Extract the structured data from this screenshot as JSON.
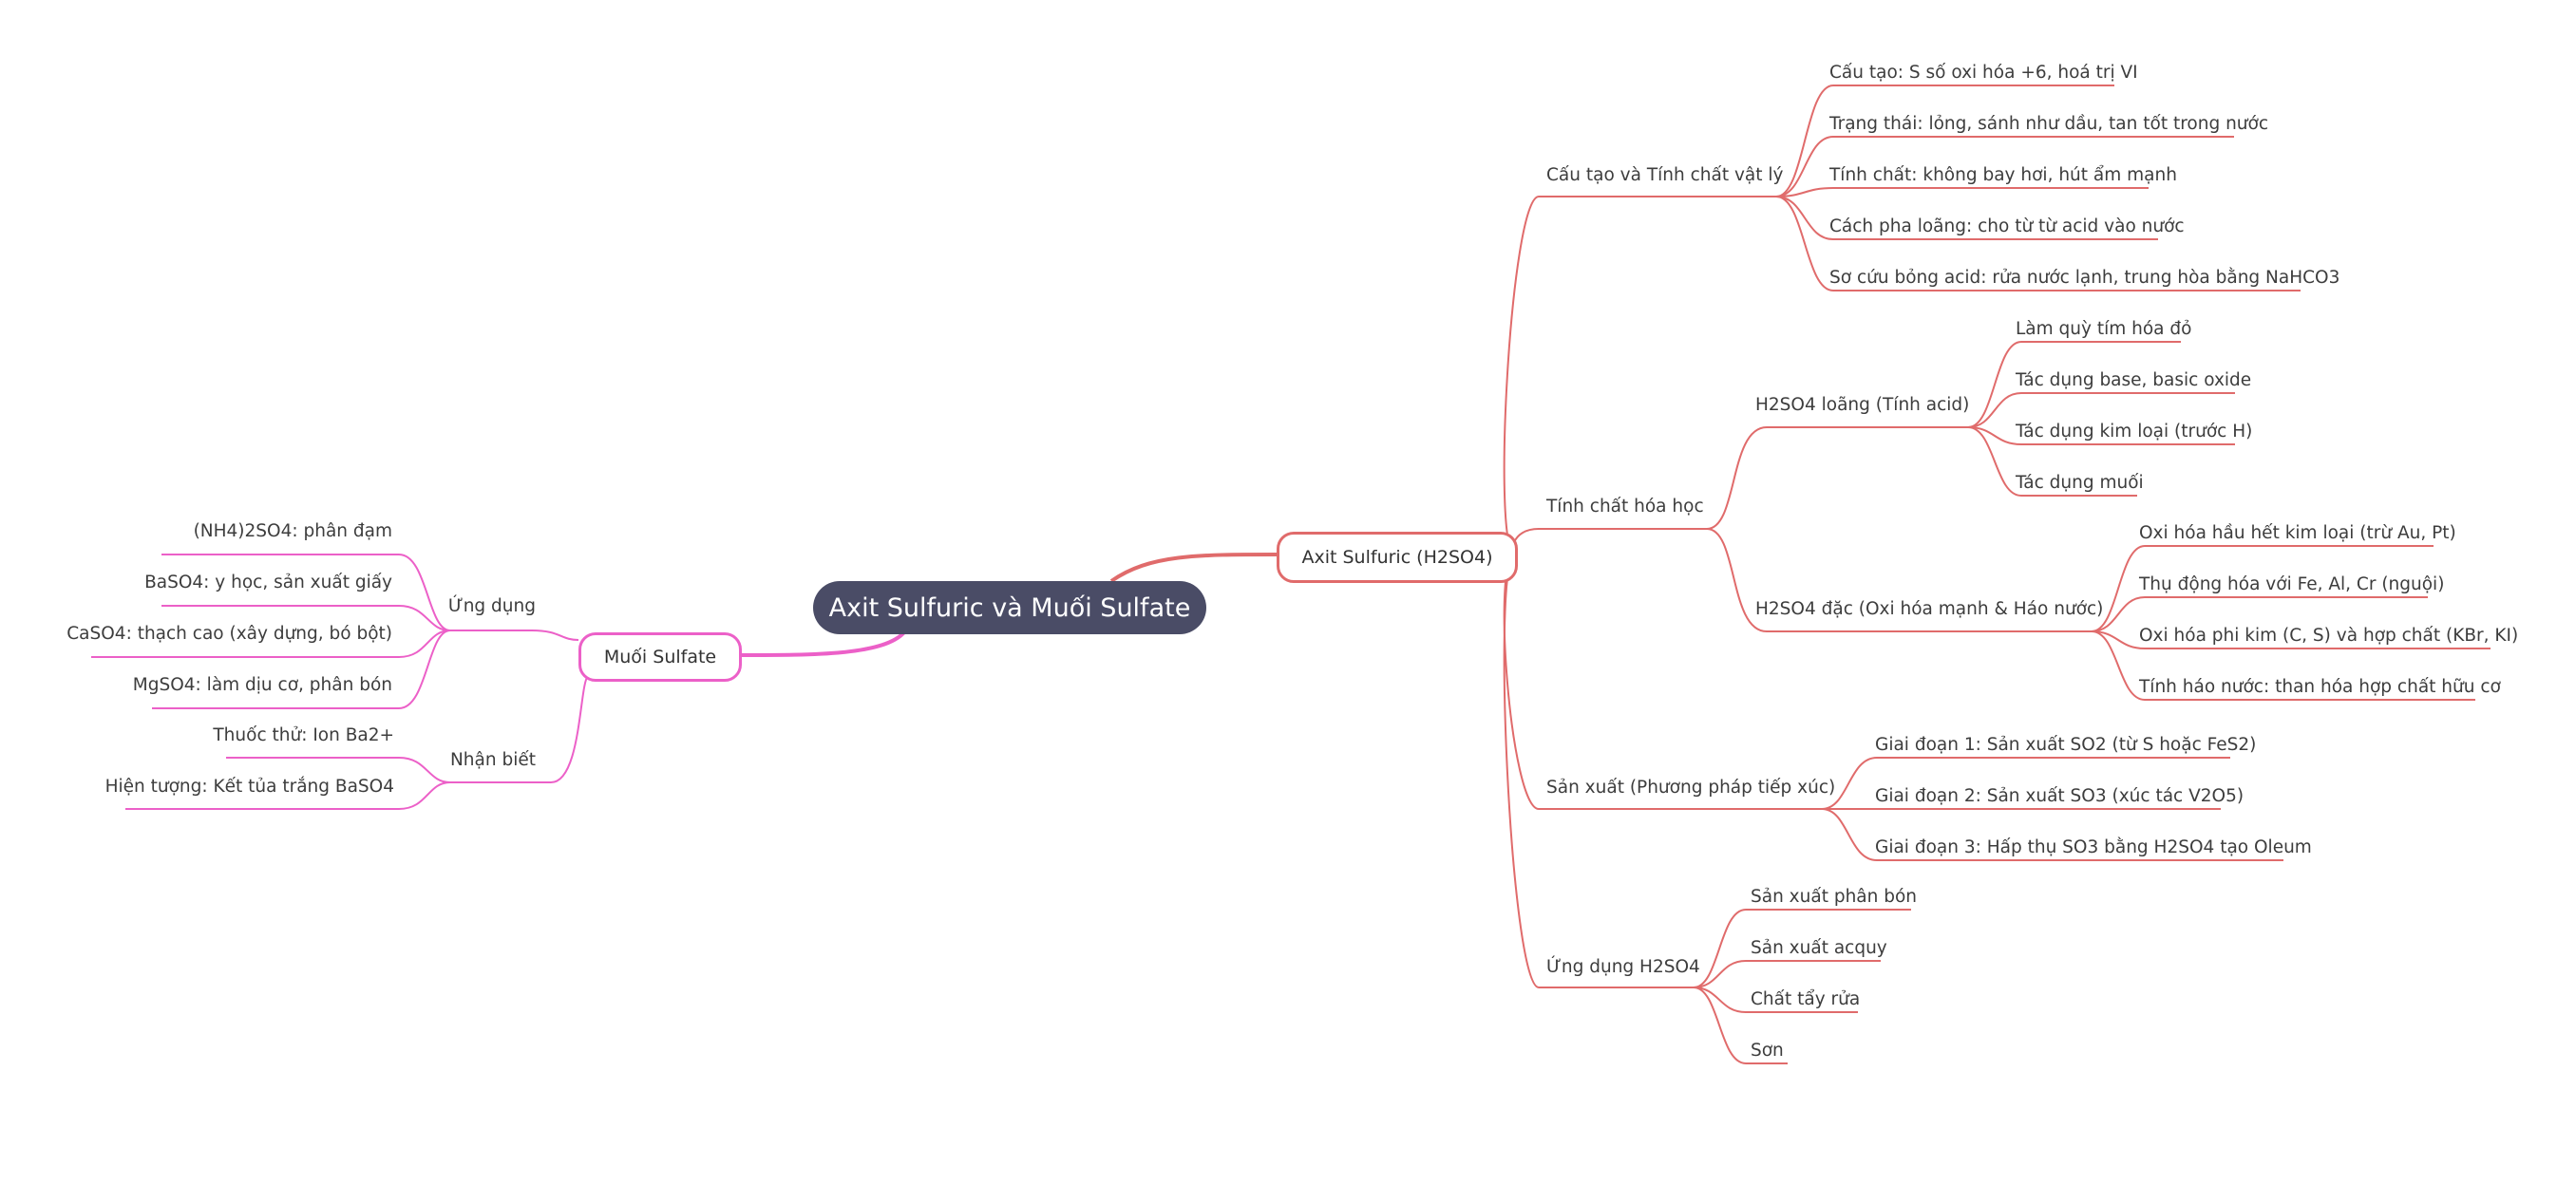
{
  "colors": {
    "root_bg": "#4a4c66",
    "right_branch": "#e06b6b",
    "left_branch": "#ec60c8"
  },
  "root": "Axit Sulfuric và Muối Sulfate",
  "right": {
    "label": "Axit Sulfuric (H2SO4)",
    "groups": [
      {
        "label": "Cấu tạo và Tính chất vật lý",
        "items": [
          "Cấu tạo: S số oxi hóa +6, hoá trị VI",
          "Trạng thái: lỏng, sánh như dầu, tan tốt trong nước",
          "Tính chất: không bay hơi, hút ẩm mạnh",
          "Cách pha loãng: cho từ từ acid vào nước",
          "Sơ cứu bỏng acid: rửa nước lạnh, trung hòa bằng NaHCO3"
        ]
      },
      {
        "label": "Tính chất hóa học",
        "subgroups": [
          {
            "label": "H2SO4 loãng (Tính acid)",
            "items": [
              "Làm quỳ tím hóa đỏ",
              "Tác dụng base, basic oxide",
              "Tác dụng kim loại (trước H)",
              "Tác dụng muối"
            ]
          },
          {
            "label": "H2SO4 đặc (Oxi hóa mạnh & Háo nước)",
            "items": [
              "Oxi hóa hầu hết kim loại (trừ Au, Pt)",
              "Thụ động hóa với Fe, Al, Cr (nguội)",
              "Oxi hóa phi kim (C, S) và hợp chất (KBr, KI)",
              "Tính háo nước: than hóa hợp chất hữu cơ"
            ]
          }
        ]
      },
      {
        "label": "Sản xuất (Phương pháp tiếp xúc)",
        "items": [
          "Giai đoạn 1: Sản xuất SO2 (từ S hoặc FeS2)",
          "Giai đoạn 2: Sản xuất SO3 (xúc tác V2O5)",
          "Giai đoạn 3: Hấp thụ SO3 bằng H2SO4 tạo Oleum"
        ]
      },
      {
        "label": "Ứng dụng H2SO4",
        "items": [
          "Sản xuất phân bón",
          "Sản xuất acquy",
          "Chất tẩy rửa",
          "Sơn"
        ]
      }
    ]
  },
  "left": {
    "label": "Muối Sulfate",
    "groups": [
      {
        "label": "Ứng dụng",
        "items": [
          "(NH4)2SO4: phân đạm",
          "BaSO4: y học, sản xuất giấy",
          "CaSO4: thạch cao (xây dựng, bó bột)",
          "MgSO4: làm dịu cơ, phân bón"
        ]
      },
      {
        "label": "Nhận biết",
        "items": [
          "Thuốc thử: Ion Ba2+",
          "Hiện tượng: Kết tủa trắng BaSO4"
        ]
      }
    ]
  }
}
